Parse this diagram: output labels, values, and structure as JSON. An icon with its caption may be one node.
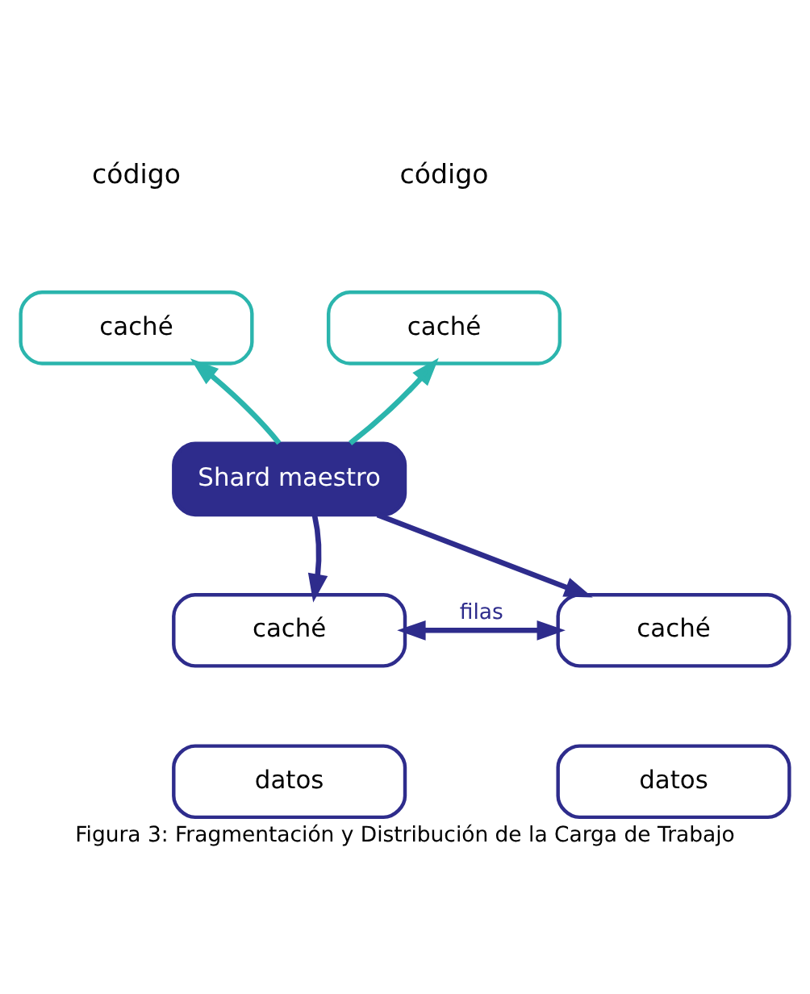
{
  "diagram": {
    "caption": "Figura 3: Fragmentación y Distribución de la Carga de Trabajo",
    "nodes": [
      {
        "text": [
          "caché"
        ]
      },
      {
        "text": [
          "caché"
        ]
      },
      {
        "text": [
          "Shard maestro"
        ]
      },
      {
        "text": [
          "caché"
        ]
      },
      {
        "text": [
          "caché"
        ]
      },
      {
        "text": [
          "datos"
        ]
      },
      {
        "text": [
          "datos"
        ]
      }
    ],
    "edges": [
      {
        "from": 2,
        "to": 0,
        "arrow": "to",
        "color": "#2bb5ad"
      },
      {
        "from": 2,
        "to": 1,
        "arrow": "to",
        "color": "#2bb5ad"
      },
      {
        "from": 2,
        "to": 3,
        "arrow": "to"
      },
      {
        "from": 2,
        "to": 4,
        "arrow": "to"
      },
      {
        "from": 3,
        "to": 4,
        "arrow": "both",
        "label": "filas"
      }
    ],
    "labels": [
      "código",
      "código"
    ]
  }
}
